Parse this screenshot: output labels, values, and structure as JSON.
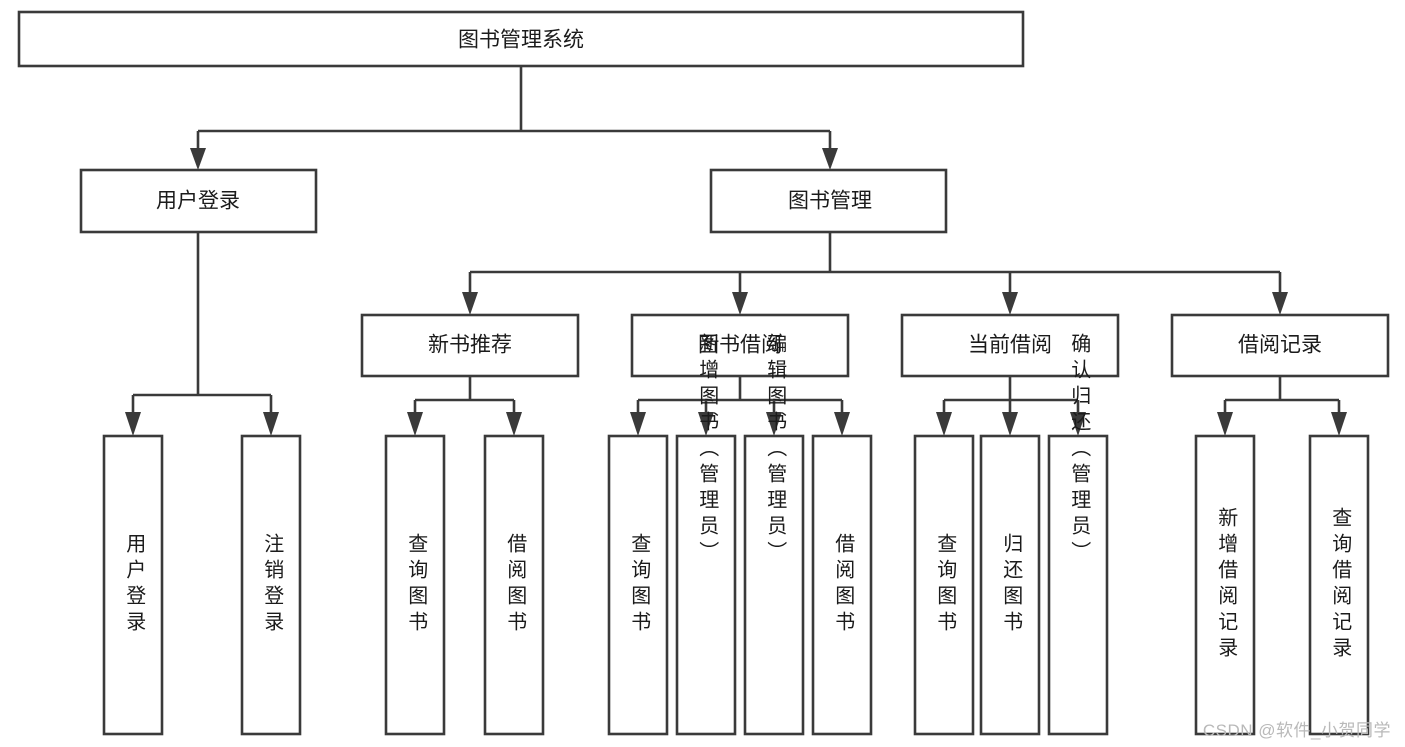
{
  "diagram": {
    "title": "图书管理系统",
    "type": "tree-hierarchy-diagram",
    "watermark": "CSDN @软件_小贺同学",
    "colors": {
      "box_stroke": "#3a3a3a",
      "box_fill": "#ffffff",
      "text": "#1b1b1b",
      "background": "#ffffff",
      "watermark": "#b9b9b9"
    },
    "root": {
      "label": "图书管理系统"
    },
    "level2": [
      {
        "label": "用户登录"
      },
      {
        "label": "图书管理"
      }
    ],
    "level3": [
      {
        "label": "新书推荐"
      },
      {
        "label": "图书借阅"
      },
      {
        "label": "当前借阅"
      },
      {
        "label": "借阅记录"
      }
    ],
    "leaves": {
      "user_login": [
        {
          "label": "用户登录"
        },
        {
          "label": "注销登录"
        }
      ],
      "new_book_recommend": [
        {
          "label": "查询图书"
        },
        {
          "label": "借阅图书"
        }
      ],
      "book_borrow": [
        {
          "label": "查询图书"
        },
        {
          "label": "新增图书（管理员）"
        },
        {
          "label": "编辑图书（管理员）"
        },
        {
          "label": "借阅图书"
        }
      ],
      "current_borrow": [
        {
          "label": "查询图书"
        },
        {
          "label": "归还图书"
        },
        {
          "label": "确认归还（管理员）"
        }
      ],
      "borrow_record": [
        {
          "label": "新增借阅记录"
        },
        {
          "label": "查询借阅记录"
        }
      ]
    }
  }
}
